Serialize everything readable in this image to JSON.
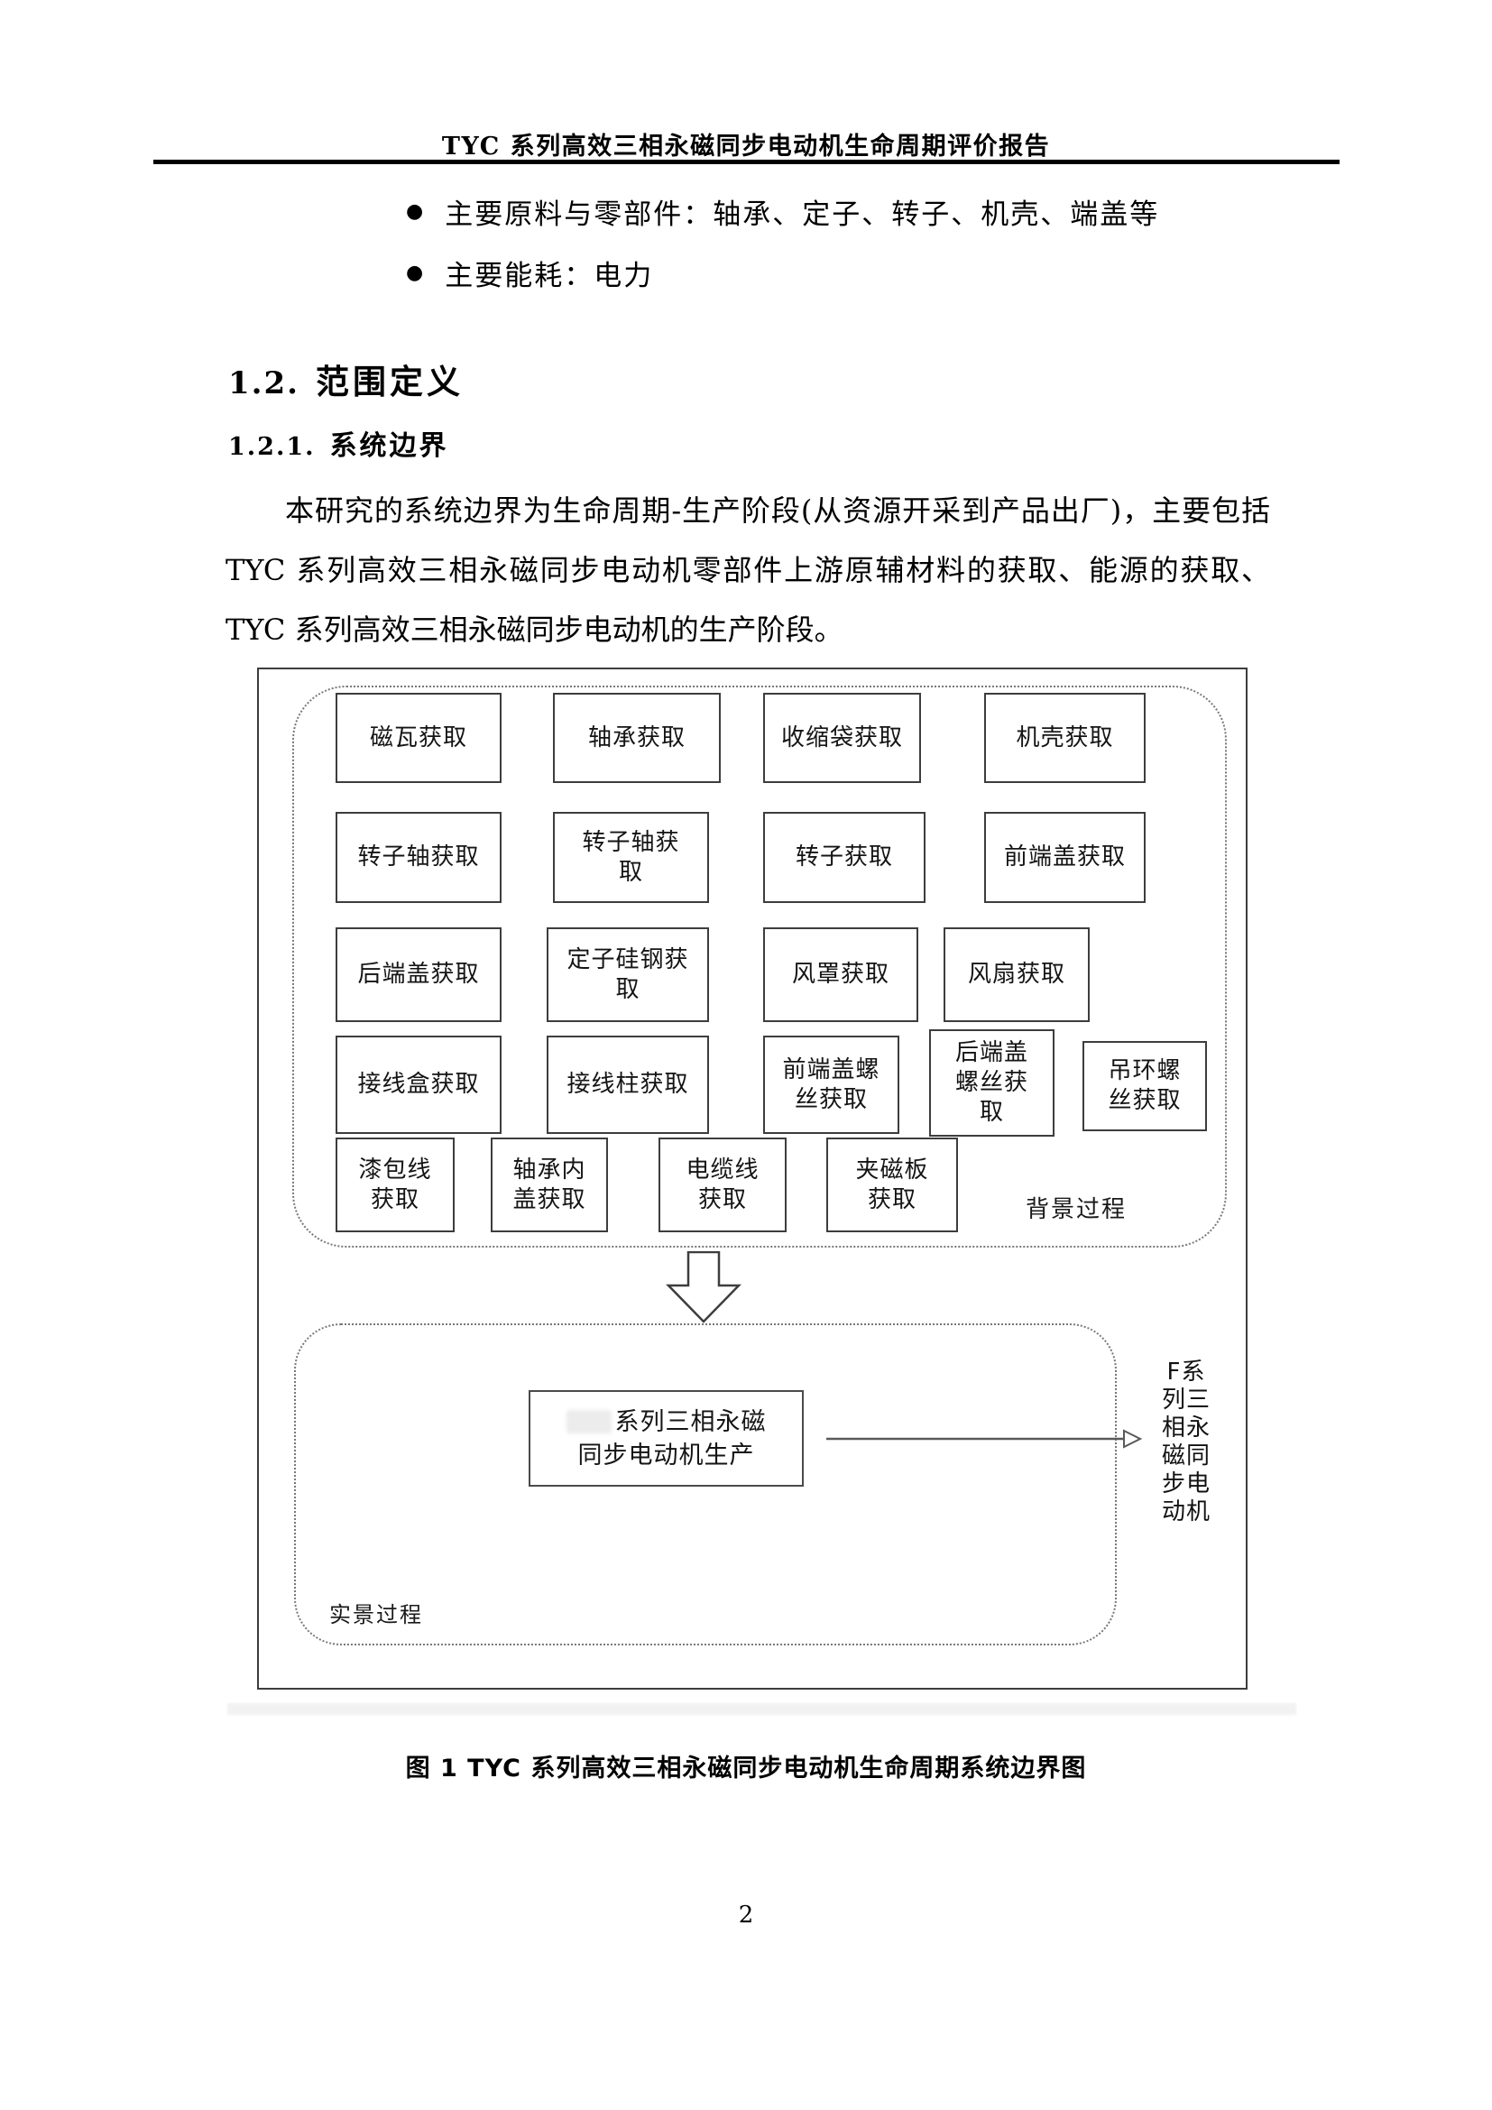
{
  "header": {
    "title": "TYC 系列高效三相永磁同步电动机生命周期评价报告",
    "page_number": "2"
  },
  "bullets": {
    "marker": "●",
    "items": [
      "主要原料与零部件：轴承、定子、转子、机壳、端盖等",
      "主要能耗：电力"
    ]
  },
  "sections": {
    "h1": {
      "number": "1.2.",
      "title": "范围定义"
    },
    "h2": {
      "number": "1.2.1.",
      "title": "系统边界"
    },
    "paragraph_lines": [
      "本研究的系统边界为生命周期-生产阶段(从资源开采到产品出厂)，主要包括",
      "TYC 系列高效三相永磁同步电动机零部件上游原辅材料的获取、能源的获取、",
      "TYC 系列高效三相永磁同步电动机的生产阶段。"
    ]
  },
  "figure": {
    "background_label": "背景过程",
    "foreground_label": "实景过程",
    "process_boxes": [
      "磁瓦获取",
      "轴承获取",
      "收缩袋获取",
      "机壳获取",
      "转子轴获取",
      "转子轴获\n取",
      "转子获取",
      "前端盖获取",
      "后端盖获取",
      "定子硅钢获\n取",
      "风罩获取",
      "风扇获取",
      "接线盒获取",
      "接线柱获取",
      "前端盖螺\n丝获取",
      "后端盖\n螺丝获\n取",
      "吊环螺\n丝获取",
      "漆包线\n获取",
      "轴承内\n盖获取",
      "电缆线\n获取",
      "夹磁板\n获取"
    ],
    "production_box": {
      "line1": "系列三相永磁",
      "line2": "同步电动机生产"
    },
    "product_label": "F系\n列三\n相永\n磁同\n步电\n动机",
    "caption": "图 1 TYC 系列高效三相永磁同步电动机生命周期系统边界图",
    "icons": {
      "flow_down": "hollow-down-arrow",
      "output": "right-arrow"
    }
  },
  "colors": {
    "text": "#000000",
    "rule": "#000000",
    "box_border": "#3d3d3d",
    "dotted_border": "#787878",
    "arrow": "#5a5a5a"
  }
}
